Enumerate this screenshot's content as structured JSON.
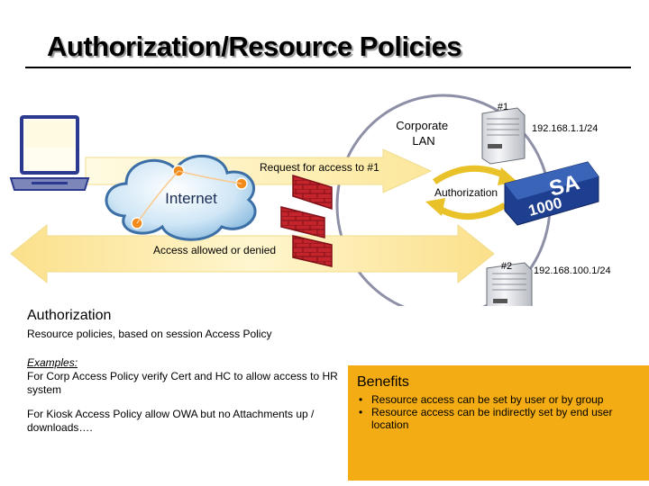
{
  "title": "Authorization/Resource Policies",
  "diagram": {
    "server1_tag": "#1",
    "server2_tag": "#2",
    "corporate_lan": "Corporate\nLAN",
    "ip1": "192.168.1.1/24",
    "ip2": "192.168.100.1/24",
    "request": "Request for access to #1",
    "access": "Access allowed or denied",
    "authorization": "Authorization",
    "internet": "Internet",
    "appliance_brand": "SA",
    "appliance_model": "1000"
  },
  "authorization_section": {
    "heading": "Authorization",
    "subtitle": "Resource policies, based on session Access Policy",
    "examples_title": "Examples:",
    "example1": "For Corp Access Policy verify Cert and HC to allow access to HR system",
    "example2": "For Kiosk Access Policy allow OWA but no Attachments up / downloads…."
  },
  "benefits": {
    "heading": "Benefits",
    "items": [
      "Resource access can be set by user or by group",
      "Resource access can be indirectly set by end user location"
    ]
  },
  "colors": {
    "arrow_yellow": "#fcefae",
    "benefits_orange": "#f4ac14",
    "lan_ring": "#8d8fa6",
    "brick": "#c4242c"
  }
}
